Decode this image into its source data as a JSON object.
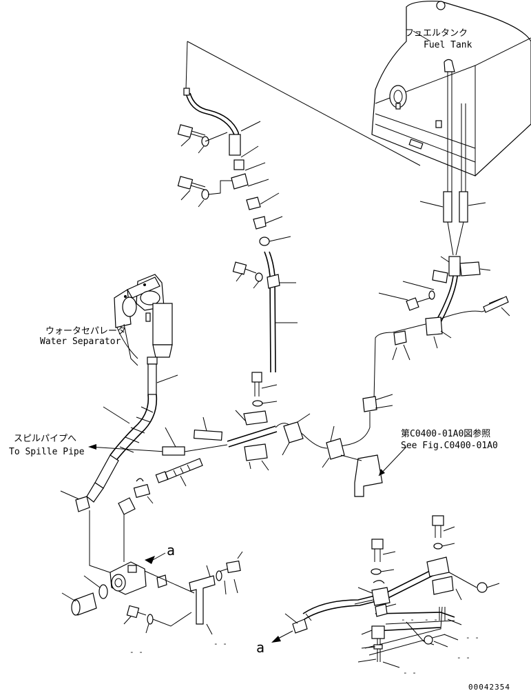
{
  "labels": {
    "fuel_tank_jp": "フュエルタンク",
    "fuel_tank_en": "Fuel Tank",
    "water_separator_jp": "ウォータセパレータ",
    "water_separator_en": "Water Separator",
    "spill_pipe_jp": "スピルパイプへ",
    "spill_pipe_en": "To Spille Pipe",
    "see_fig_jp": "第C0400-01A0図参照",
    "see_fig_en": "See Fig.C0400-01A0",
    "ref_a_upper": "a",
    "ref_a_lower": "a",
    "drawing_number": "00042354"
  },
  "icons": [
    "fuel-tank",
    "water-separator",
    "fuel-hose",
    "clamp",
    "bolt",
    "washer",
    "elbow-fitting",
    "bracket",
    "union-fitting",
    "reference-arrow"
  ]
}
